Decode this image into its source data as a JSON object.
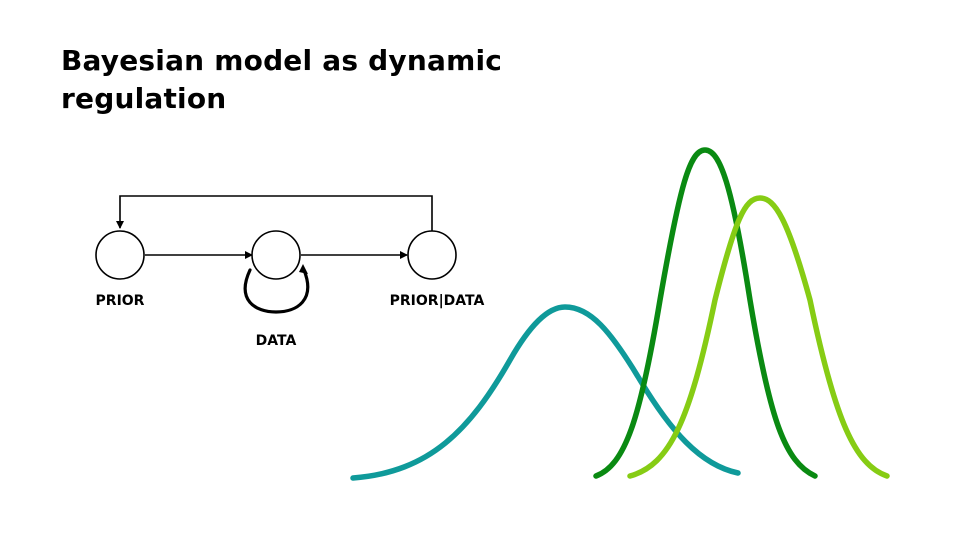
{
  "slide": {
    "title_line1": "Bayesian model as dynamic",
    "title_line2": "regulation"
  },
  "diagram": {
    "nodes": [
      {
        "id": "prior",
        "label": "PRIOR"
      },
      {
        "id": "data",
        "label": "DATA"
      },
      {
        "id": "posterior",
        "label": "PRIOR|DATA"
      }
    ],
    "edges": [
      {
        "from": "prior",
        "to": "data"
      },
      {
        "from": "data",
        "to": "posterior"
      },
      {
        "from": "data",
        "to": "data",
        "kind": "self-loop"
      },
      {
        "from": "posterior",
        "to": "prior",
        "kind": "feedback"
      }
    ]
  },
  "distributions": {
    "curves": [
      {
        "id": "teal-curve",
        "color": "#0f9a9a"
      },
      {
        "id": "dark-green-curve",
        "color": "#0a8a12"
      },
      {
        "id": "light-green-curve",
        "color": "#86cc14"
      }
    ]
  }
}
